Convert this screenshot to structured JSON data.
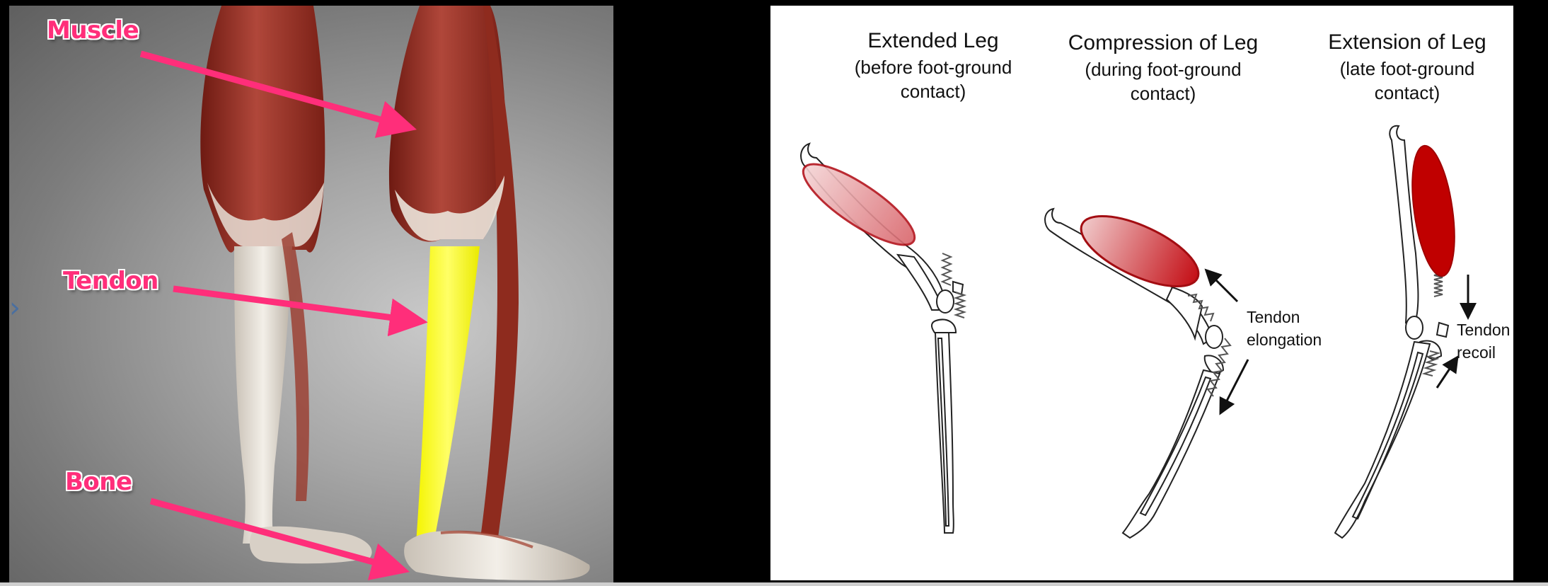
{
  "left_panel": {
    "labels": {
      "muscle": "Muscle",
      "tendon": "Tendon",
      "bone": "Bone"
    },
    "colors": {
      "label": "#ff2e7a",
      "arrow": "#ff2e7a",
      "muscle": "#a8372b",
      "tendon": "#ffff33",
      "bone": "#ece7df"
    }
  },
  "right_panel": {
    "stages": [
      {
        "title": "Extended Leg",
        "subtitle_line1": "(before foot-ground",
        "subtitle_line2": "contact)"
      },
      {
        "title": "Compression of Leg",
        "subtitle_line1": "(during foot-ground",
        "subtitle_line2": "contact)"
      },
      {
        "title": "Extension of Leg",
        "subtitle_line1": "(late foot-ground",
        "subtitle_line2": "contact)"
      }
    ],
    "annotations": {
      "elongation_line1": "Tendon",
      "elongation_line2": "elongation",
      "recoil_line1": "Tendon",
      "recoil_line2": "recoil"
    },
    "colors": {
      "muscle_relaxed": "#e8a0a3",
      "muscle_mid": "#cf2a2e",
      "muscle_contracted": "#c00000"
    }
  },
  "side_icon": "chevron-right-icon"
}
